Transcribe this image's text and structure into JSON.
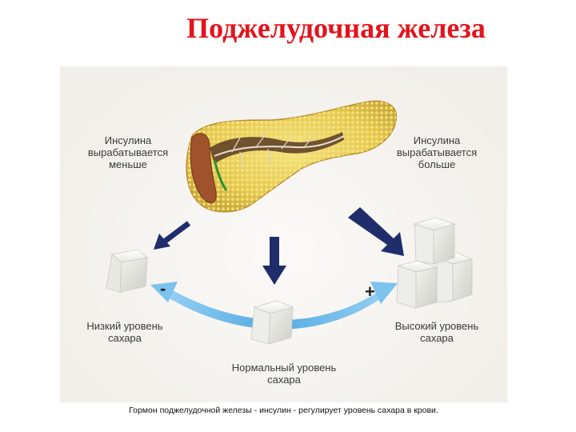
{
  "title": "Поджелудочная железа",
  "labels": {
    "insulin_less_line1": "Инсулина",
    "insulin_less_line2": "вырабатывается",
    "insulin_less_line3": "меньше",
    "insulin_more_line1": "Инсулина",
    "insulin_more_line2": "вырабатывается",
    "insulin_more_line3": "больше",
    "low_sugar_line1": "Низкий уровень",
    "low_sugar_line2": "сахара",
    "high_sugar_line1": "Высокий уровень",
    "high_sugar_line2": "сахара",
    "normal_sugar_line1": "Нормальный уровень",
    "normal_sugar_line2": "сахара",
    "minus": "-",
    "plus": "+"
  },
  "caption": "Гормон поджелудочной железы - инсулин - регулирует  уровень сахара в крови.",
  "colors": {
    "title": "#e3141b",
    "arrow_navy": "#1f2d6b",
    "arc_blue": "#5fb2e6",
    "pancreas_yellow": "#e9d15b"
  }
}
